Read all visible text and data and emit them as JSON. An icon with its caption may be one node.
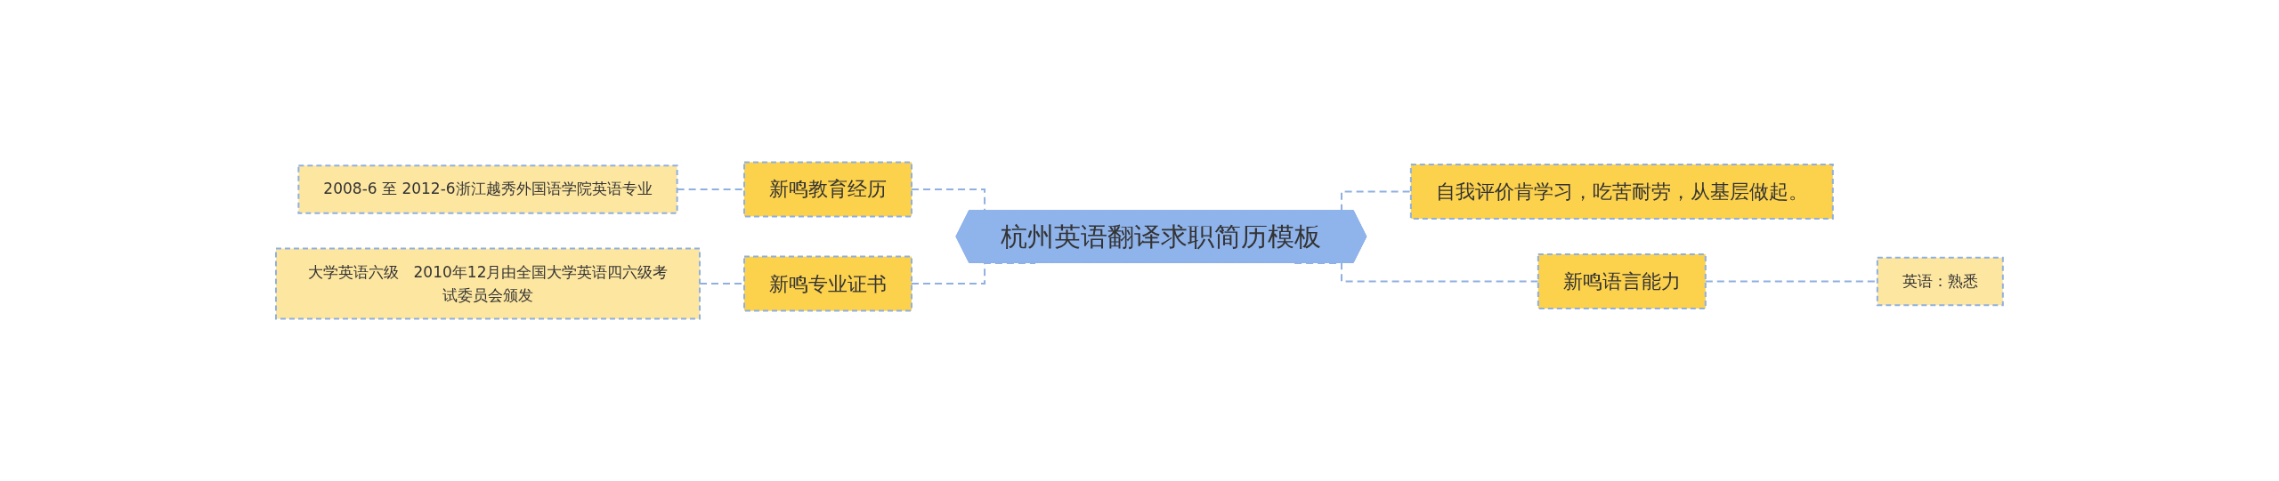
{
  "diagram": {
    "nodes": [
      {
        "text": [
          "2008-6 至 2012-6浙江越秀外国语学院英语专业"
        ]
      },
      {
        "text": [
          "新鸣教育经历"
        ]
      },
      {
        "text": [
          "大学英语六级　2010年12月由全国大学英语四六级考试委员会颁发"
        ]
      },
      {
        "text": [
          "新鸣专业证书"
        ]
      },
      {
        "text": [
          "杭州英语翻译求职简历模板"
        ]
      },
      {
        "text": [
          "自我评价肯学习，吃苦耐劳，从基层做起。"
        ]
      },
      {
        "text": [
          "新鸣语言能力"
        ]
      },
      {
        "text": [
          "英语：熟悉"
        ]
      }
    ],
    "edges": [
      {
        "from": 0,
        "to": 1,
        "arrow": "none",
        "style": "dashed"
      },
      {
        "from": 1,
        "to": 4,
        "arrow": "none",
        "style": "dashed"
      },
      {
        "from": 2,
        "to": 3,
        "arrow": "none",
        "style": "dashed"
      },
      {
        "from": 3,
        "to": 4,
        "arrow": "none",
        "style": "dashed"
      },
      {
        "from": 4,
        "to": 5,
        "arrow": "none",
        "style": "dashed"
      },
      {
        "from": 4,
        "to": 6,
        "arrow": "none",
        "style": "dashed"
      },
      {
        "from": 6,
        "to": 7,
        "arrow": "none",
        "style": "dashed"
      }
    ]
  }
}
